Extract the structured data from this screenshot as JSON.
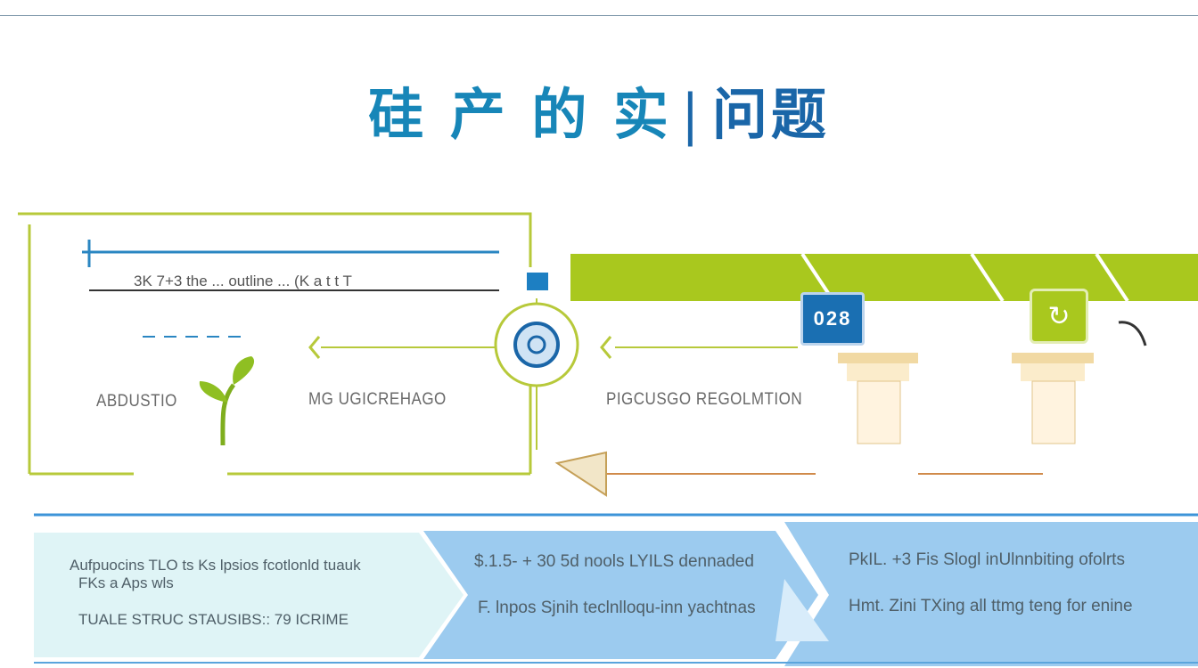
{
  "title": {
    "main": "硅 产 的 实",
    "suffix": "问题"
  },
  "diagram": {
    "top_caption": "3K 7+3 the ... outline ... (K a t t T",
    "left_label": "ABDUSTIO",
    "middle_label": "MG UGICREHAGO",
    "right_label": "PIGCUSGO REGOLMTION",
    "badge_text": "028",
    "badge2_glyph": "↻"
  },
  "banner": {
    "cells": [
      {
        "line1": "Aufpuocins TLO ts Ks lpsios fcotlonld tuauk",
        "line2": "FKs a Aps wls",
        "line3": "TUALE STRUC STAUSIBS:: 79 ICRIME"
      },
      {
        "line1": "$.1.5- + 30 5d nools LYILS dennaded",
        "line2": "F. lnpos Sjnih teclnlloqu-inn yachtnas"
      },
      {
        "line1": "PkIL. +3 Fis Slogl inUlnnbiting  ofolrts",
        "line2": "Hmt. Zini  TXing all ttmg  teng for enine"
      }
    ]
  },
  "colors": {
    "lime": "#a9c81e",
    "blue": "#1a66a8",
    "cyan_band": "#dff4f6",
    "blue_band": "#9ccbef"
  }
}
